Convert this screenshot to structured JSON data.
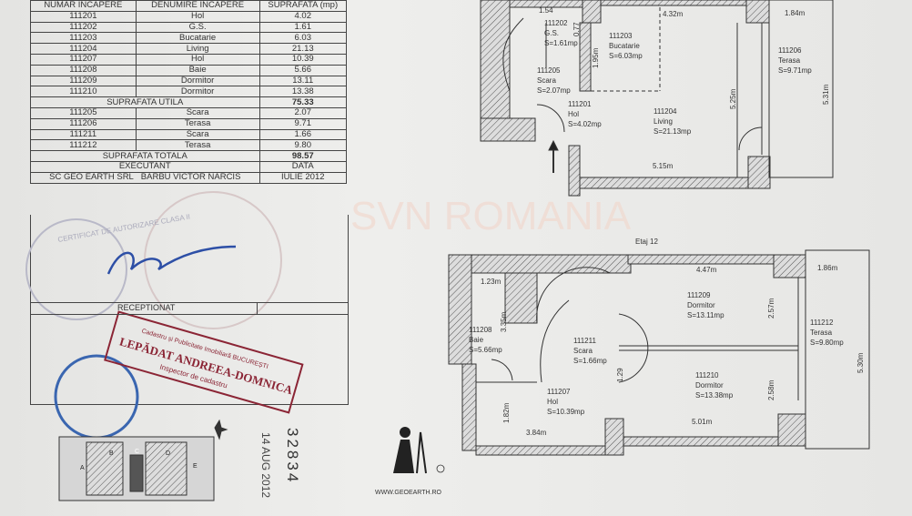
{
  "table": {
    "headers": [
      "NUMAR INCAPERE",
      "DENUMIRE INCAPERE",
      "SUPRAFATA (mp)"
    ],
    "rooms": [
      [
        "111201",
        "Hol",
        "4.02"
      ],
      [
        "111202",
        "G.S.",
        "1.61"
      ],
      [
        "111203",
        "Bucatarie",
        "6.03"
      ],
      [
        "111204",
        "Living",
        "21.13"
      ],
      [
        "111207",
        "Hol",
        "10.39"
      ],
      [
        "111208",
        "Baie",
        "5.66"
      ],
      [
        "111209",
        "Dormitor",
        "13.11"
      ],
      [
        "111210",
        "Dormitor",
        "13.38"
      ]
    ],
    "useful_label": "SUPRAFATA UTILA",
    "useful_value": "75.33",
    "extra": [
      [
        "111205",
        "Scara",
        "2.07"
      ],
      [
        "111206",
        "Terasa",
        "9.71"
      ],
      [
        "111211",
        "Scara",
        "1.66"
      ],
      [
        "111212",
        "Terasa",
        "9.80"
      ]
    ],
    "total_label": "SUPRAFATA TOTALA",
    "total_value": "98.57",
    "executant_label": "EXECUTANT",
    "date_label": "DATA",
    "company": "SC GEO EARTH SRL",
    "person": "BARBU VICTOR NARCIS",
    "date": "IULIE 2012"
  },
  "receptionat": "RECEPTIONAT",
  "stamps": {
    "inspector_name": "LEPĂDAT ANDREEA-DOMNICA",
    "inspector_title": "Inspector de cadastru",
    "office": "Cadastru și Publicitate Imobiliară BUCUREȘTI",
    "cert": "CERTIFICAT DE AUTORIZARE CLASA II"
  },
  "date_stamp": "14 AUG 2012",
  "number_stamp": "32834",
  "watermark": "SVN ROMANIA",
  "website": "WWW.GEOEARTH.RO",
  "plan_upper": {
    "rooms": [
      {
        "id": "111202",
        "name": "G.S.",
        "area": "S=1.61mp"
      },
      {
        "id": "111203",
        "name": "Bucatarie",
        "area": "S=6.03mp"
      },
      {
        "id": "111205",
        "name": "Scara",
        "area": "S=2.07mp"
      },
      {
        "id": "111201",
        "name": "Hol",
        "area": "S=4.02mp"
      },
      {
        "id": "111204",
        "name": "Living",
        "area": "S=21.13mp"
      },
      {
        "id": "111206",
        "name": "Terasa",
        "area": "S=9.71mp"
      }
    ],
    "dims": [
      "1.54",
      "0.77",
      "4.32m",
      "1.84m",
      "1.95m",
      "5.25m",
      "5.31m",
      "5.15m"
    ]
  },
  "plan_lower": {
    "title": "Etaj 12",
    "rooms": [
      {
        "id": "111208",
        "name": "Baie",
        "area": "S=5.66mp"
      },
      {
        "id": "111211",
        "name": "Scara",
        "area": "S=1.66mp"
      },
      {
        "id": "111209",
        "name": "Dormitor",
        "area": "S=13.11mp"
      },
      {
        "id": "111210",
        "name": "Dormitor",
        "area": "S=13.38mp"
      },
      {
        "id": "111207",
        "name": "Hol",
        "area": "S=10.39mp"
      },
      {
        "id": "111212",
        "name": "Terasa",
        "area": "S=9.80mp"
      }
    ],
    "dims": [
      "1.23m",
      "3.35m",
      "4.47m",
      "1.86m",
      "2.57m",
      "2.58m",
      "5.30m",
      "1.82m",
      "3.84m",
      "5.01m",
      "1.29"
    ]
  },
  "key_plan": {
    "labels": [
      "A",
      "B",
      "C",
      "D",
      "E"
    ]
  }
}
